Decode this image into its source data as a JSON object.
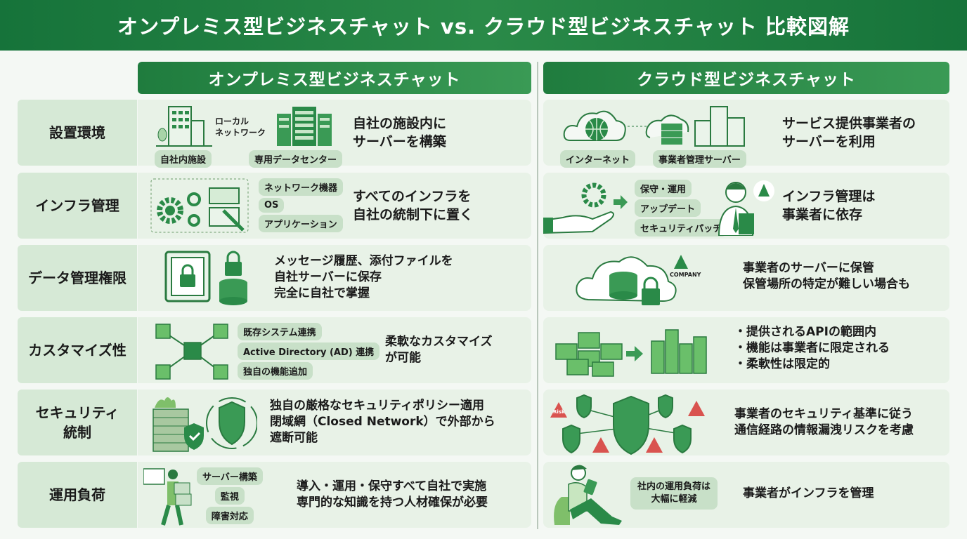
{
  "title": "オンプレミス型ビジネスチャット vs. クラウド型ビジネスチャット 比較図解",
  "columns": {
    "onprem": "オンプレミス型ビジネスチャット",
    "cloud": "クラウド型ビジネスチャット"
  },
  "colors": {
    "header": "#16733a",
    "accent": "#2a8a48",
    "label_bg": "#d6e9d6",
    "cell_bg": "#e8f2e7",
    "risk": "#d9534f"
  },
  "rows": [
    {
      "label": "設置環境",
      "onprem": {
        "tags": [
          "自社内施設",
          "専用データセンター"
        ],
        "connector": "ローカル\nネットワーク",
        "desc": [
          "自社の施設内に",
          "サーバーを構築"
        ]
      },
      "cloud": {
        "tags": [
          "インターネット",
          "事業者管理サーバー"
        ],
        "desc": [
          "サービス提供事業者の",
          "サーバーを利用"
        ]
      }
    },
    {
      "label": "インフラ管理",
      "onprem": {
        "tags": [
          "ネットワーク機器",
          "OS",
          "アプリケーション"
        ],
        "desc": [
          "すべてのインフラを",
          "自社の統制下に置く"
        ]
      },
      "cloud": {
        "tags": [
          "保守・運用",
          "アップデート",
          "セキュリティパッチ"
        ],
        "desc": [
          "インフラ管理は",
          "事業者に依存"
        ]
      }
    },
    {
      "label": "データ管理権限",
      "onprem": {
        "desc": [
          "メッセージ履歴、添付ファイルを",
          "自社サーバーに保存",
          "完全に自社で掌握"
        ]
      },
      "cloud": {
        "logo": "COMPANY",
        "desc": [
          "事業者のサーバーに保管",
          "保管場所の特定が難しい場合も"
        ]
      }
    },
    {
      "label": "カスタマイズ性",
      "onprem": {
        "tags": [
          "既存システム連携",
          "Active Directory (AD) 連携",
          "独自の機能追加"
        ],
        "desc": [
          "柔軟なカスタマイズ",
          "が可能"
        ]
      },
      "cloud": {
        "bullets": [
          "・提供されるAPIの範囲内",
          "・機能は事業者に限定される",
          "・柔軟性は限定的"
        ]
      }
    },
    {
      "label": "セキュリティ\n統制",
      "onprem": {
        "desc": [
          "独自の厳格なセキュリティポリシー適用",
          "閉域網（Closed Network）で外部から",
          "遮断可能"
        ]
      },
      "cloud": {
        "risk_label": "Risk",
        "desc": [
          "事業者のセキュリティ基準に従う",
          "通信経路の情報漏洩リスクを考慮"
        ]
      }
    },
    {
      "label": "運用負荷",
      "onprem": {
        "tags": [
          "サーバー構築",
          "監視",
          "障害対応"
        ],
        "desc": [
          "導入・運用・保守すべて自社で実施",
          "専門的な知識を持つ人材確保が必要"
        ]
      },
      "cloud": {
        "badge": [
          "社内の運用負荷は",
          "大幅に軽減"
        ],
        "desc": [
          "事業者がインフラを管理"
        ]
      }
    }
  ]
}
